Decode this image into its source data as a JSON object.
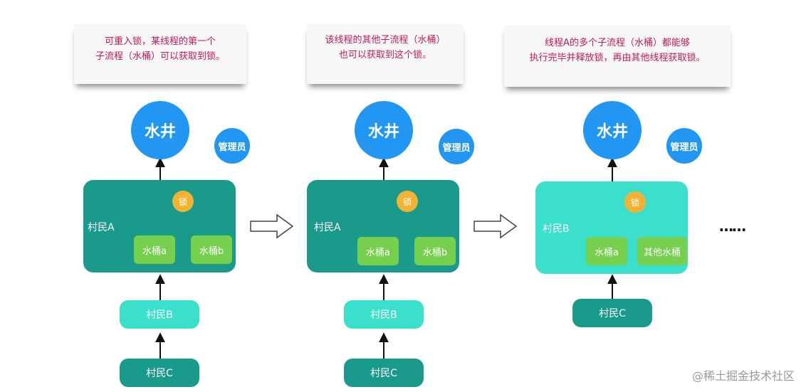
{
  "notes": {
    "n1": [
      "可重入锁，某线程的第一个",
      "子流程（水桶）可以获取到锁。"
    ],
    "n2": [
      "该线程的其他子流程（水桶）",
      "也可以获取到这个锁。"
    ],
    "n3": [
      "线程A的多个子流程（水桶）都能够",
      "执行完毕并释放锁，再由其他线程获取锁。"
    ]
  },
  "labels": {
    "well": "水井",
    "admin": "管理员",
    "lock": "锁",
    "villager_a": "村民A",
    "villager_b": "村民B",
    "villager_c": "村民C",
    "bucket_a": "水桶a",
    "bucket_b": "水桶b",
    "other_buckets": "其他水桶",
    "ellipsis": "……"
  },
  "colors": {
    "well": "#2196f3",
    "panel_dark": "#1a9a8b",
    "panel_light": "#3ae0cb",
    "lock": "#f2b233",
    "bucket": "#76d04e",
    "note_text": "#c2185b"
  },
  "watermark": "@稀土掘金技术社区"
}
